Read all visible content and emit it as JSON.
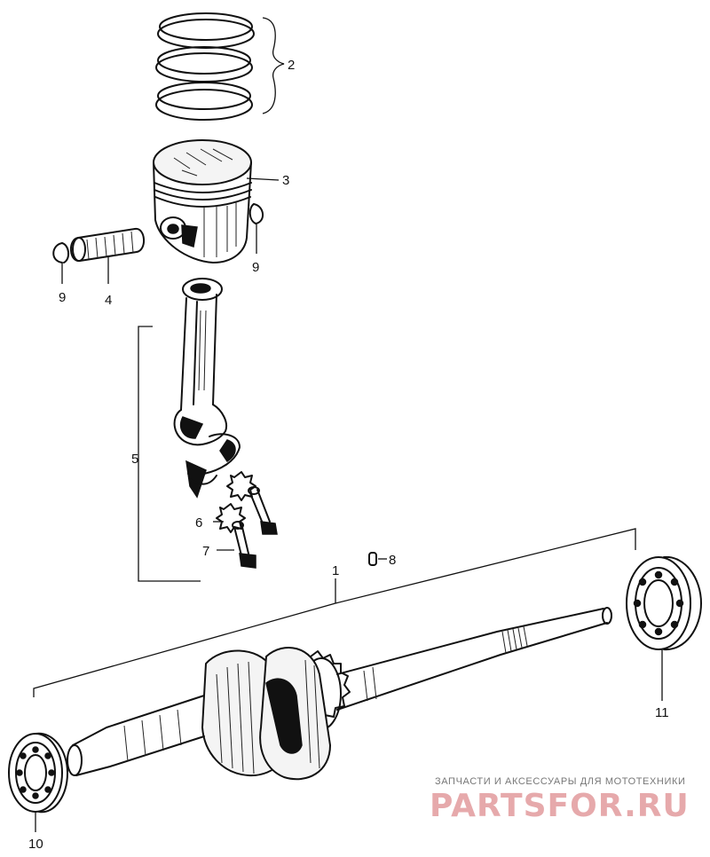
{
  "labels": {
    "l1": "1",
    "l2": "2",
    "l3": "3",
    "l4": "4",
    "l5": "5",
    "l6": "6",
    "l7": "7",
    "l8": "8",
    "l9a": "9",
    "l9b": "9",
    "l10": "10",
    "l11": "11"
  },
  "watermark": {
    "tagline": "ЗАПЧАСТИ И АКСЕССУАРЫ ДЛЯ МОТОТЕХНИКИ",
    "logo": "PARTSFOR.RU"
  }
}
